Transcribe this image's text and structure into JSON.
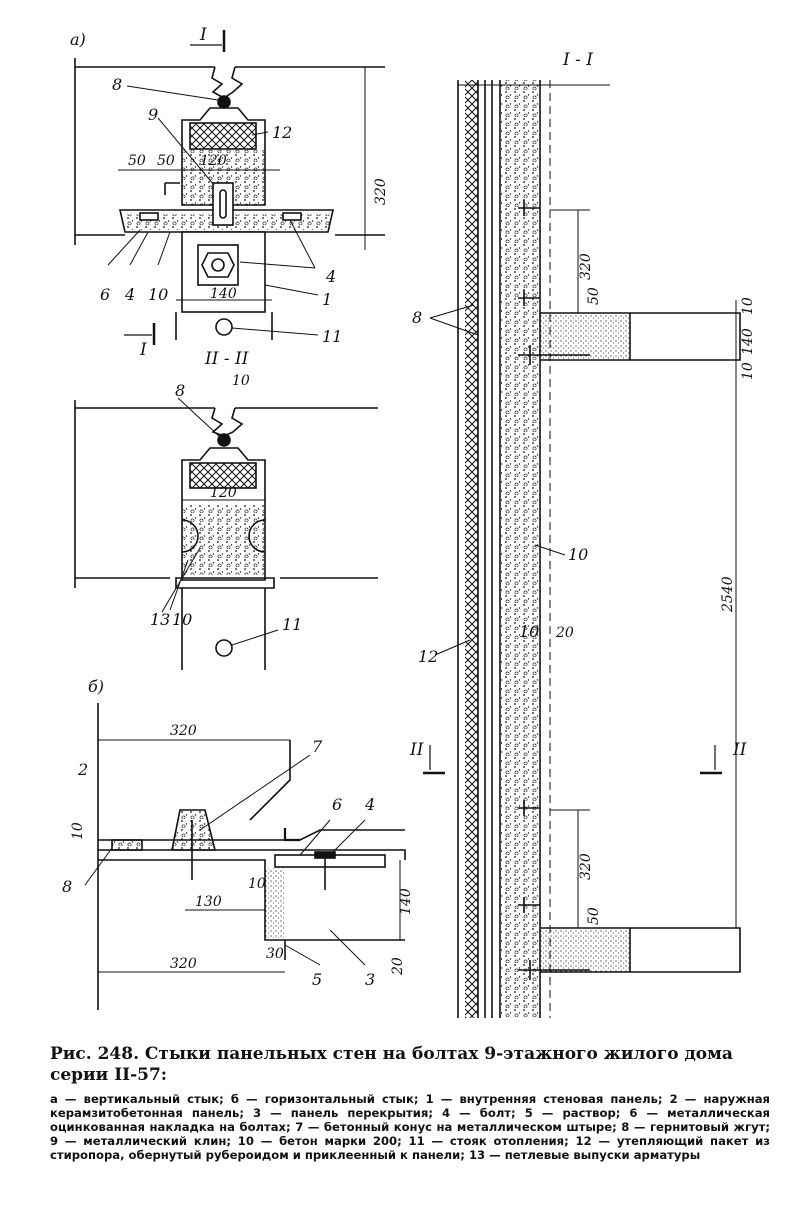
{
  "labels": {
    "fig_a": "a)",
    "fig_b": "б)",
    "sec_I_top": "I",
    "sec_I_left": "I",
    "sec_II": "II - II",
    "sec_I_I": "I - I",
    "sec_II_left": "II",
    "sec_II_right": "II",
    "n1": "1",
    "n2": "2",
    "n3": "3",
    "n4a": "4",
    "n4b": "4",
    "n4c": "4",
    "n5": "5",
    "n6a": "6",
    "n6b": "6",
    "n7": "7",
    "n8a": "8",
    "n8b": "8",
    "n8c": "8",
    "n8d": "8",
    "n9": "9",
    "n10a": "10",
    "n10b": "10",
    "n10c": "10",
    "n10d": "10",
    "n11a": "11",
    "n11b": "11",
    "n12a": "12",
    "n12b": "12",
    "n13": "13"
  },
  "dimensions": {
    "a_50a": "50",
    "a_50b": "50",
    "a_120": "120",
    "a_320": "320",
    "a_140": "140",
    "b_10": "10",
    "b_120": "120",
    "c_320": "320",
    "c_10": "10",
    "c_130": "130",
    "c_140": "140",
    "c_10b": "10",
    "c_320b": "320",
    "c_30": "30",
    "c_20": "20",
    "d_320": "320",
    "d_50": "50",
    "d_10a": "10",
    "d_140": "140",
    "d_10b": "10",
    "d_2540": "2540",
    "d_20": "20",
    "d_320b": "320",
    "d_50b": "50"
  },
  "caption": {
    "title": "Рис. 248. Стыки панельных стен на болтах 9-этажного жилого дома серии II-57:",
    "text": "а — вертикальный стык; б — горизонтальный стык; 1 — внутренняя стеновая панель; 2 — наружная керамзитобетонная панель; 3 — панель перекрытия; 4 — болт; 5 — раствор; 6 — металлическая оцинкованная накладка на болтах; 7 — бетонный конус на металлическом штыре; 8 — гернитовый жгут; 9 — металлический клин; 10 — бетон марки 200; 11 — стояк отопления; 12 — утепляющий пакет из стиропора, обернутый рубероидом и приклеенный к панели; 13 — петлевые выпуски арматуры"
  }
}
